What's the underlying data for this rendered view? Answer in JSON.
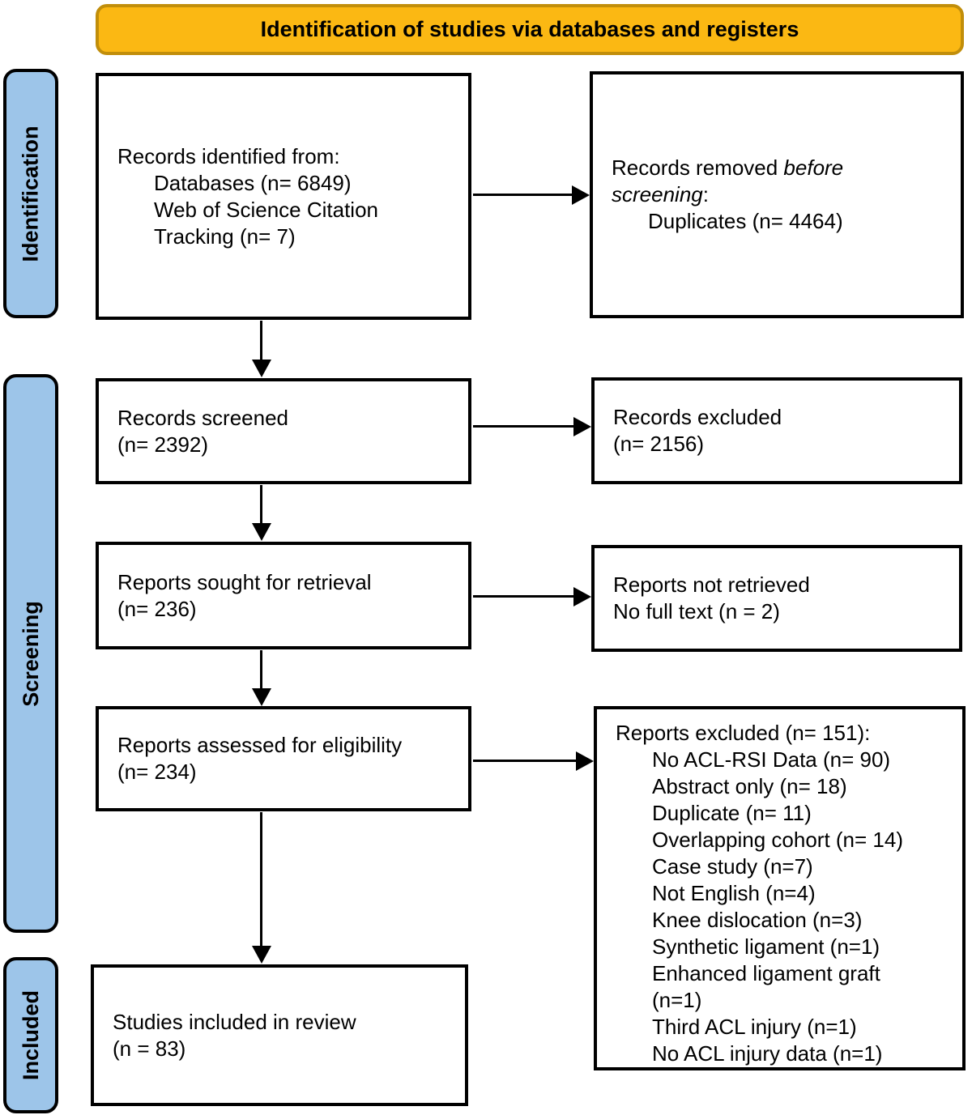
{
  "header": {
    "title": "Identification of studies via databases and registers"
  },
  "colors": {
    "header_fill": "#FBB813",
    "header_border": "#C18E0B",
    "stage_fill": "#9DC5E9",
    "stage_border": "#000000",
    "box_border": "#000000",
    "arrow_color": "#000000"
  },
  "stages": [
    {
      "label": "Identification"
    },
    {
      "label": "Screening"
    },
    {
      "label": "Included"
    }
  ],
  "boxes": {
    "records_identified": {
      "lines": [
        {
          "text": "Records identified from:",
          "indent": 0
        },
        {
          "text": "Databases (n= 6849)",
          "indent": 1
        },
        {
          "text": "Web of Science Citation",
          "indent": 1
        },
        {
          "text": "Tracking (n= 7)",
          "indent": 1
        }
      ]
    },
    "records_removed": {
      "lines": [
        {
          "segments": [
            {
              "text": "Records removed "
            },
            {
              "text": "before",
              "italic": true
            }
          ],
          "indent": 0
        },
        {
          "segments": [
            {
              "text": "screening",
              "italic": true
            },
            {
              "text": ":"
            }
          ],
          "indent": 0
        },
        {
          "text": "Duplicates (n= 4464)",
          "indent": 1
        }
      ]
    },
    "records_screened": {
      "lines": [
        {
          "text": "Records screened",
          "indent": 0
        },
        {
          "text": "(n= 2392)",
          "indent": 0
        }
      ]
    },
    "records_excluded": {
      "lines": [
        {
          "text": "Records excluded",
          "indent": 0
        },
        {
          "text": "(n= 2156)",
          "indent": 0
        }
      ]
    },
    "reports_sought": {
      "lines": [
        {
          "text": "Reports sought for retrieval",
          "indent": 0
        },
        {
          "text": "(n= 236)",
          "indent": 0
        }
      ]
    },
    "reports_not_retrieved": {
      "lines": [
        {
          "text": "Reports not retrieved",
          "indent": 0
        },
        {
          "text": "No full text (n = 2)",
          "indent": 0
        }
      ]
    },
    "reports_assessed": {
      "lines": [
        {
          "text": "Reports assessed for eligibility",
          "indent": 0
        },
        {
          "text": "(n= 234)",
          "indent": 0
        }
      ]
    },
    "reports_excluded": {
      "lines": [
        {
          "text": "Reports excluded (n= 151):",
          "indent": 0
        },
        {
          "text": "No ACL-RSI Data (n= 90)",
          "indent": 1
        },
        {
          "text": "Abstract only (n= 18)",
          "indent": 1
        },
        {
          "text": "Duplicate (n= 11)",
          "indent": 1
        },
        {
          "text": "Overlapping cohort (n= 14)",
          "indent": 1
        },
        {
          "text": "Case study (n=7)",
          "indent": 1
        },
        {
          "text": "Not English (n=4)",
          "indent": 1
        },
        {
          "text": "Knee dislocation (n=3)",
          "indent": 1
        },
        {
          "text": "Synthetic ligament (n=1)",
          "indent": 1
        },
        {
          "text": "Enhanced ligament graft",
          "indent": 1
        },
        {
          "text": "(n=1)",
          "indent": 1
        },
        {
          "text": "Third ACL injury (n=1)",
          "indent": 1
        },
        {
          "text": "No ACL injury data (n=1)",
          "indent": 1
        }
      ]
    },
    "studies_included": {
      "lines": [
        {
          "text": "Studies included in review",
          "indent": 0
        },
        {
          "text": "(n = 83)",
          "indent": 0
        }
      ]
    }
  }
}
